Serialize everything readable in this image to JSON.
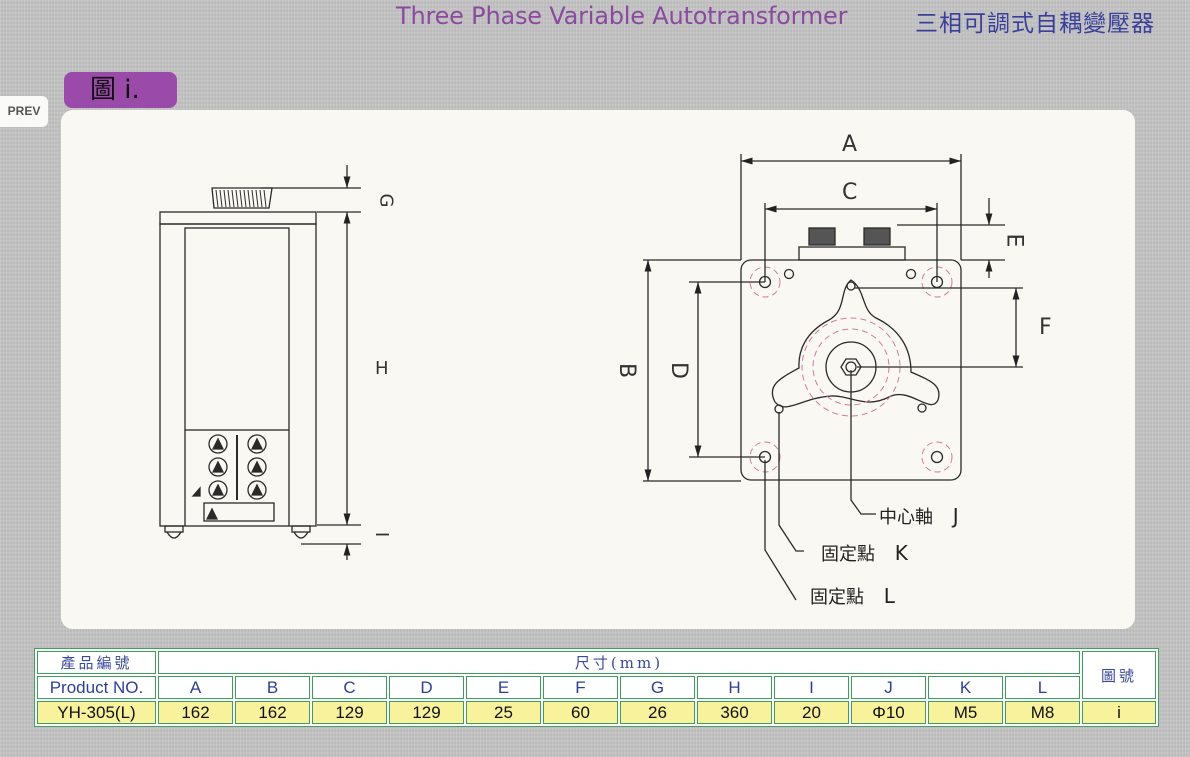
{
  "header": {
    "title_en": "Three Phase Variable Autotransformer",
    "title_zh": "三相可調式自耦變壓器"
  },
  "figure_tab": {
    "label": "圖 i."
  },
  "nav": {
    "prev_label": "PREV"
  },
  "drawing": {
    "front_view": {
      "dimension_labels": {
        "G": "G",
        "H": "H",
        "I": "I"
      }
    },
    "top_view": {
      "dimension_labels": {
        "A": "A",
        "B": "B",
        "C": "C",
        "D": "D",
        "E": "E",
        "F": "F"
      },
      "callouts": [
        {
          "label": "中心軸",
          "letter": "J"
        },
        {
          "label": "固定點",
          "letter": "K"
        },
        {
          "label": "固定點",
          "letter": "L"
        }
      ]
    },
    "colors": {
      "line": "#2a2a2a",
      "hidden_line": "#d07aa0",
      "panel_bg": "#faf8f3"
    }
  },
  "table": {
    "product_header_zh": "產品編號",
    "product_header_en": "Product NO.",
    "dimension_header": "尺寸(mm)",
    "figure_header": "圖號",
    "columns": [
      "A",
      "B",
      "C",
      "D",
      "E",
      "F",
      "G",
      "H",
      "I",
      "J",
      "K",
      "L"
    ],
    "rows": [
      {
        "product": "YH-305(L)",
        "values": [
          "162",
          "162",
          "129",
          "129",
          "25",
          "60",
          "26",
          "360",
          "20",
          "Φ10",
          "M5",
          "M8"
        ],
        "figure": "i"
      }
    ],
    "colors": {
      "border": "#3f9a63",
      "header_text": "#2c3f97",
      "value_bg": "#f8f29c"
    }
  },
  "colors": {
    "title_en": "#8a4a9e",
    "title_zh": "#3a3f9c",
    "tab_bg": "#9a4aa8",
    "page_bg": "#c4c4c4"
  }
}
